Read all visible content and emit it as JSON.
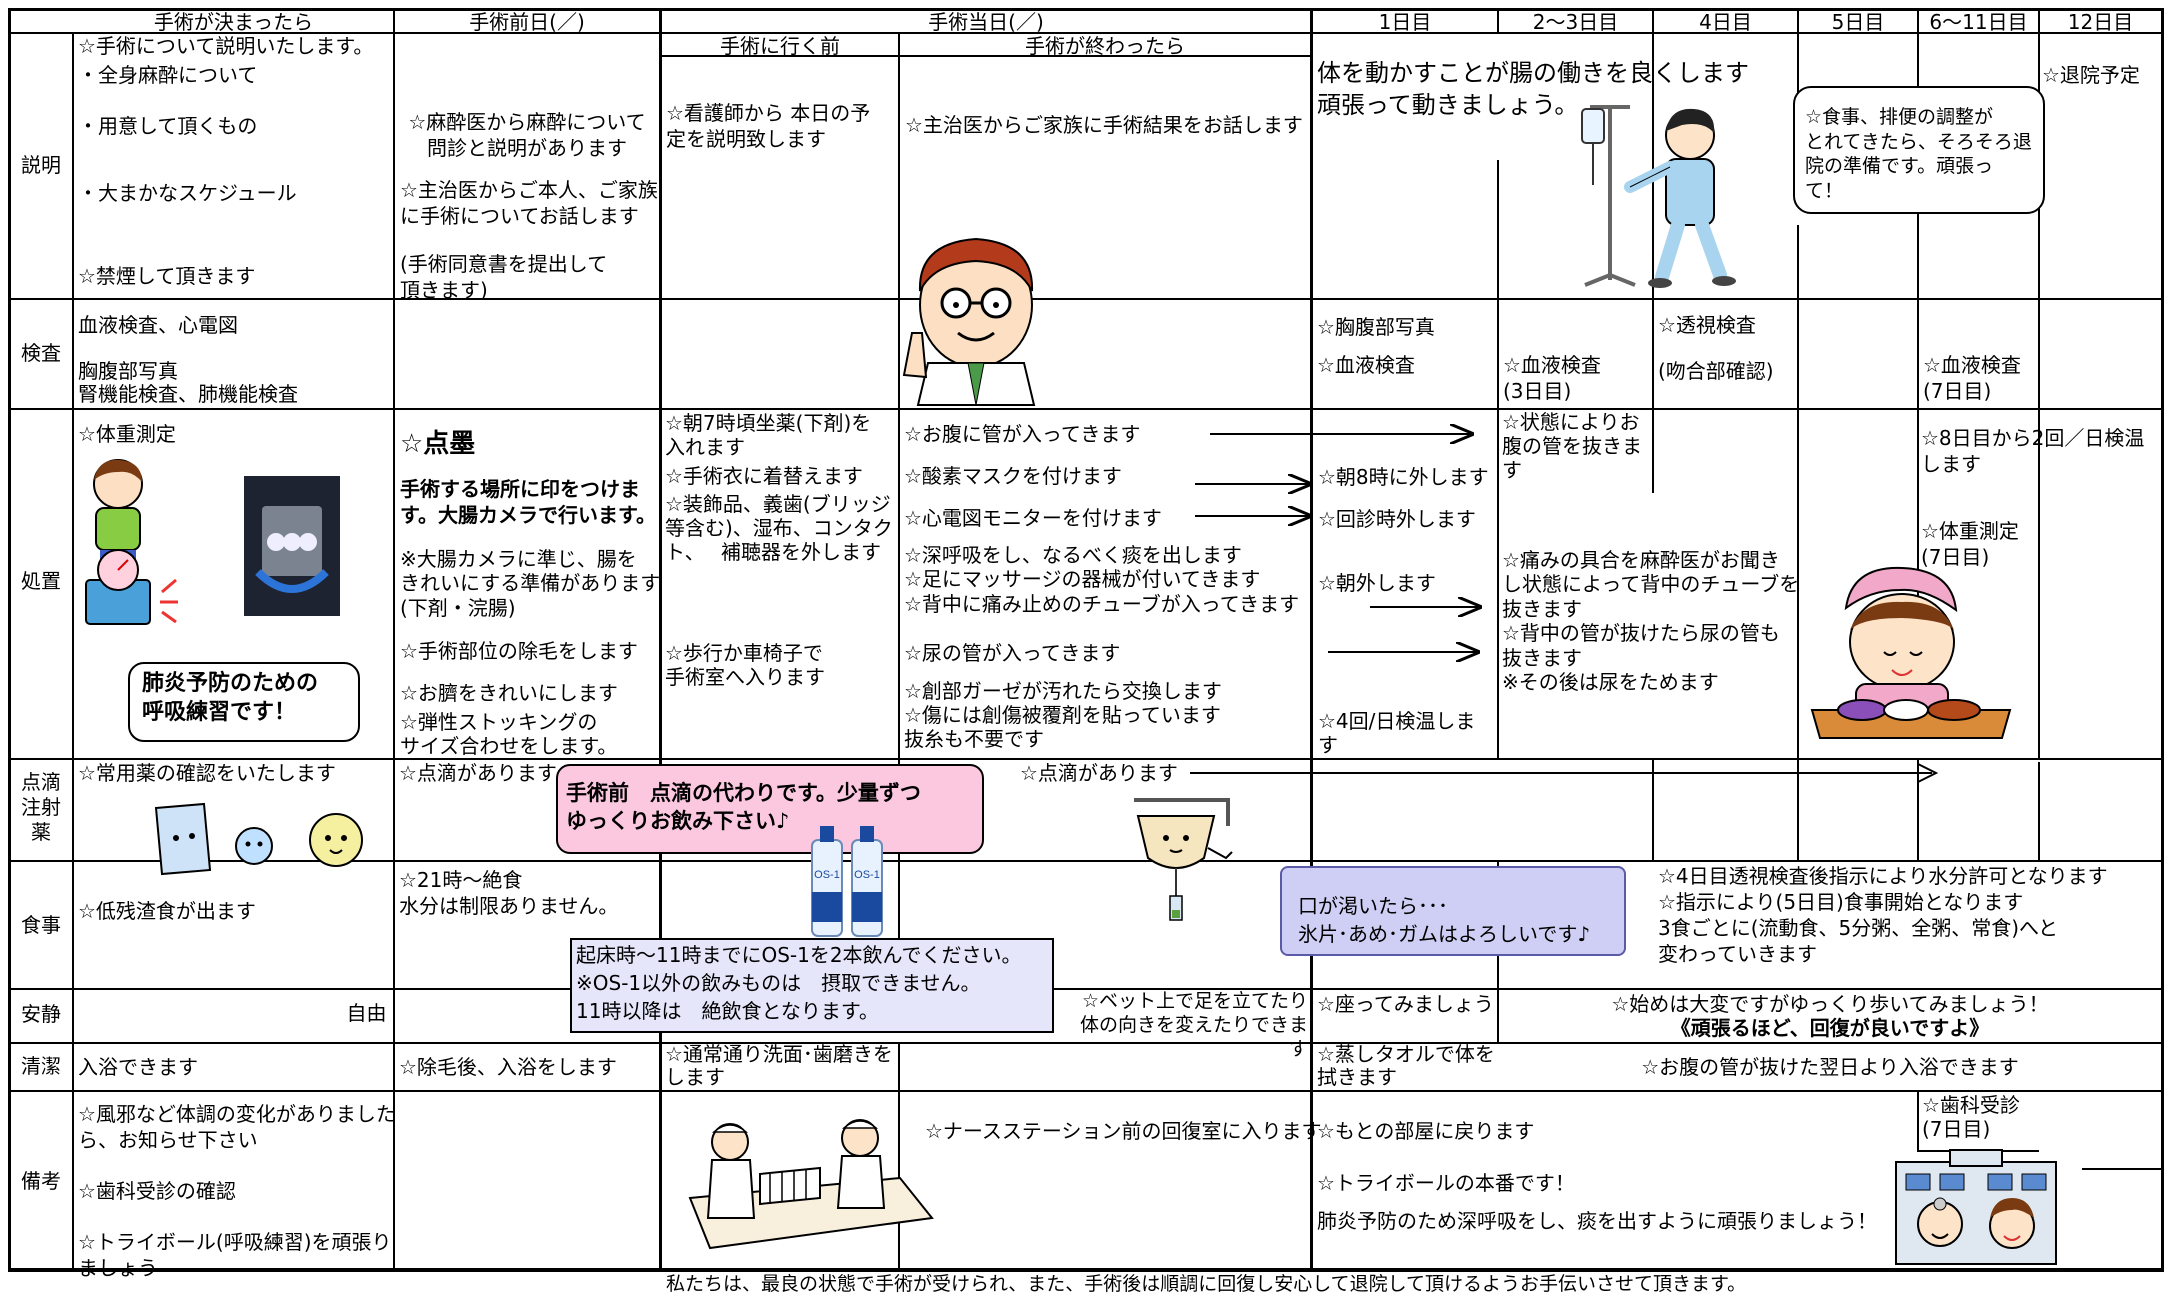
{
  "headers": {
    "decided": "手術が決まったら",
    "pre_day": "手術前日(／)",
    "op_day": "手術当日(／)",
    "before_op": "手術に行く前",
    "after_op": "手術が終わったら",
    "d1": "1日目",
    "d2_3": "2～3日目",
    "d4": "4日目",
    "d5": "5日目",
    "d6_11": "6～11日目",
    "d12": "12日目"
  },
  "rows": {
    "explain": "説明",
    "exam": "検査",
    "treat": "処置",
    "drip": "点滴\n注射\n薬",
    "meal": "食事",
    "rest": "安静",
    "clean": "清潔",
    "notes": "備考"
  },
  "explain": {
    "decided_1": "☆手術について説明いたします。",
    "decided_2": "・全身麻酔について",
    "decided_3": "・用意して頂くもの",
    "decided_4": "・大まかなスケジュール",
    "decided_5": "☆禁煙して頂きます",
    "pre_1": "☆麻酔医から麻酔について\n問診と説明があります",
    "pre_2": "☆主治医からご本人、ご家族\nに手術についてお話します",
    "pre_3": "(手術同意書を提出して\n頂きます)",
    "before_1": "☆看護師から 本日の予\n定を説明致します",
    "after_1": "☆主治医からご家族に手術結果をお話します",
    "d1_big": "体を動かすことが腸の働きを良くします\n頑張って動きましょう。",
    "bubble": "☆食事、排便の調整が\nとれてきたら、そろそろ退\n院の準備です。頑張っ\nて！",
    "d12": "☆退院予定"
  },
  "exam": {
    "decided": "血液検査、心電図\n\n胸腹部写真\n腎機能検査、肺機能検査",
    "d1_a": "☆胸腹部写真",
    "d1_b": "☆血液検査",
    "d2": "☆血液検査\n(3日目)",
    "d4": "☆透視検査\n\n(吻合部確認)",
    "d6": "☆血液検査\n(7日目)"
  },
  "treat": {
    "decided": "☆体重測定",
    "breath_callout": "肺炎予防のための\n呼吸練習です！",
    "pre_title": "☆点墨",
    "pre_sub": "手術する場所に印をつけま\nす。大腸カメラで行います。",
    "pre_1": "※大腸カメラに準じ、腸を\nきれいにする準備があります\n(下剤・浣腸)",
    "pre_2": "☆手術部位の除毛をします",
    "pre_3": "☆お臍をきれいにします",
    "pre_4": "☆弾性ストッキングの\nサイズ合わせをします。",
    "before_1": "☆朝7時頃坐薬(下剤)を\n入れます",
    "before_2": "☆手術衣に着替えます",
    "before_3": "☆装飾品、義歯(ブリッジ\n等含む)、湿布、コンタク\nト、　 補聴器を外します",
    "before_4": "☆歩行か車椅子で\n手術室へ入ります",
    "after_1": "☆お腹に管が入ってきます",
    "after_2": "☆酸素マスクを付けます",
    "after_3": "☆心電図モニターを付けます",
    "after_4": "☆深呼吸をし、なるべく痰を出します\n☆足にマッサージの器械が付いてきます\n☆背中に痛み止めのチューブが入ってきます",
    "after_5": "☆尿の管が入ってきます",
    "after_6": "☆創部ガーゼが汚れたら交換します\n☆傷には創傷被覆剤を貼っています\n抜糸も不要です",
    "d1_1": "☆朝8時に外します",
    "d1_2": "☆回診時外します",
    "d1_3": "☆朝外します",
    "d1_4": "☆4回/日検温しま\nす",
    "d2_1": "☆状態によりお\n腹の管を抜きま\nす",
    "d2_2": "☆痛みの具合を麻酔医がお聞き\nし状態によって背中のチューブを\n抜きます\n☆背中の管が抜けたら尿の管も\n抜きます\n※その後は尿をためます",
    "d6_1": "☆8日目から2回／日検温\nします",
    "d6_2": "☆体重測定\n(7日目)"
  },
  "drip": {
    "decided": "☆常用薬の確認をいたします",
    "pre": "☆点滴があります",
    "day": "☆点滴があります",
    "pink": "手術前　点滴の代わりです。少量ずつ\nゆっくりお飲み下さい♪",
    "bottle": "OS-1"
  },
  "meal": {
    "decided": "☆低残渣食が出ます",
    "pre": "☆21時～絶食\n水分は制限ありません。",
    "lavender": "起床時～11時までにOS-1を2本飲んでください。\n※OS-1以外の飲みものは　摂取できません。\n11時以降は　絶飲食となります。",
    "scroll": "口が渇いたら･･･\n氷片･あめ･ガムはよろしいです♪",
    "d4": "☆4日目透視検査後指示により水分許可となります\n☆指示により(5日目)食事開始となります\n3食ごとに(流動食、5分粥、全粥、常食)へと\n変わっていきます"
  },
  "rest": {
    "free": "自由",
    "after": "☆ベット上で足を立てたり\n体の向きを変えたりできます",
    "d1": "☆座ってみましょう",
    "d2": "☆始めは大変ですがゆっくり歩いてみましょう！",
    "d2_bold": "《頑張るほど、回復が良いですよ》"
  },
  "clean": {
    "decided": "入浴できます",
    "pre": "☆除毛後、入浴をします",
    "before": "☆通常通り洗面･歯磨きを\nします",
    "d1": "☆蒸しタオルで体を\n拭きます",
    "d2": "☆お腹の管が抜けた翌日より入浴できます"
  },
  "notes": {
    "decided": "☆風邪など体調の変化がありました\nら、お知らせ下さい\n\n☆歯科受診の確認\n\n☆トライボール(呼吸練習)を頑張り\nましょう",
    "after": "☆ナースステーション前の回復室に入ります",
    "d1_1": "☆もとの部屋に戻ります",
    "d1_2": "☆トライボールの本番です！",
    "d1_3": "肺炎予防のため深呼吸をし、痰を出すように頑張りましょう！",
    "d6": "☆歯科受診\n(7日目)"
  },
  "footer": "私たちは、最良の状態で手術が受けられ、また、手術後は順調に回復し安心して退院して頂けるようお手伝いさせて頂きます。"
}
